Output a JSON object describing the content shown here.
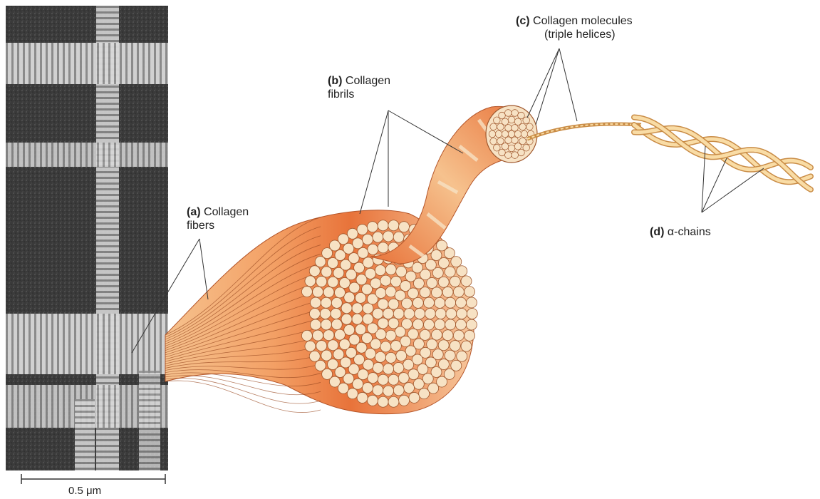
{
  "labels": {
    "a": {
      "letter": "(a)",
      "line1": "Collagen",
      "line2": "fibers"
    },
    "b": {
      "letter": "(b)",
      "line1": "Collagen",
      "line2": "fibrils"
    },
    "c": {
      "letter": "(c)",
      "line1": "Collagen molecules",
      "line2": "(triple helices)"
    },
    "d": {
      "letter": "(d)",
      "text": "α-chains"
    }
  },
  "scale_bar": {
    "label": "0.5 μm"
  },
  "colors": {
    "fibril_orange": "#e8733a",
    "fibril_peach": "#f6c28e",
    "fibril_cream": "#f7e2c4",
    "helix_light": "#f9dca5",
    "helix_dark": "#c98c46",
    "micrograph_bg": "#3c3c3c"
  }
}
